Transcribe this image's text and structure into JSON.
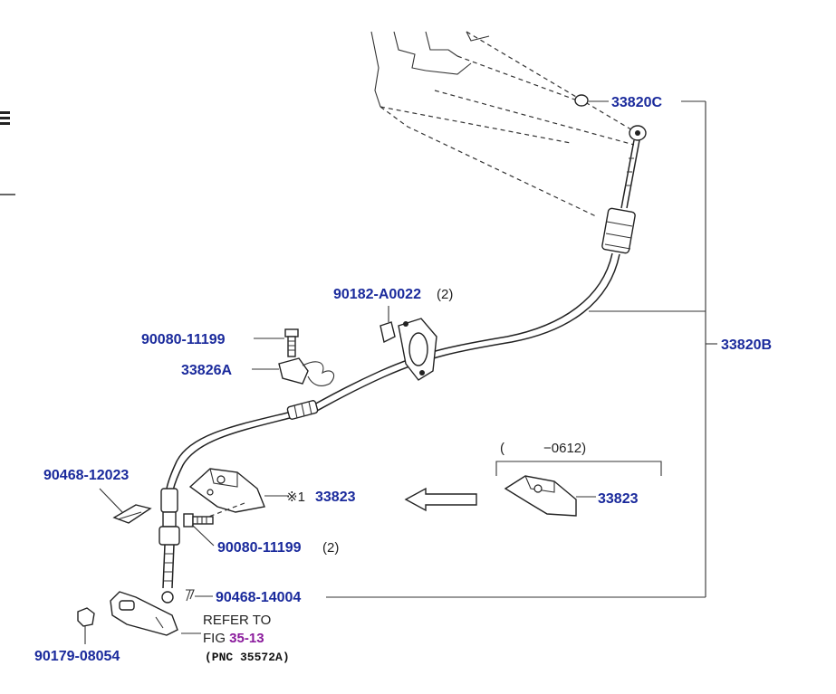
{
  "parts": {
    "p33820C": "33820C",
    "p33820B": "33820B",
    "p90182": "90182-A0022",
    "p90182_qty": "(2)",
    "p90080a": "90080-11199",
    "p33826A": "33826A",
    "p90468a": "90468-12023",
    "p33823a": "33823",
    "p33823a_mark": "※1",
    "p90080b": "90080-11199",
    "p90080b_qty": "(2)",
    "p33823b": "33823",
    "range_open": "(",
    "range_end": "−0612)",
    "p90468b": "90468-14004",
    "p90179": "90179-08054"
  },
  "refer": {
    "line1": "REFER TO",
    "fig_prefix": "FIG ",
    "fig_num": "35-13",
    "pnc": "(PNC 35572A)"
  },
  "icons": {
    "menu": "hamburger-menu-icon",
    "arrow": "left-arrow-icon"
  }
}
